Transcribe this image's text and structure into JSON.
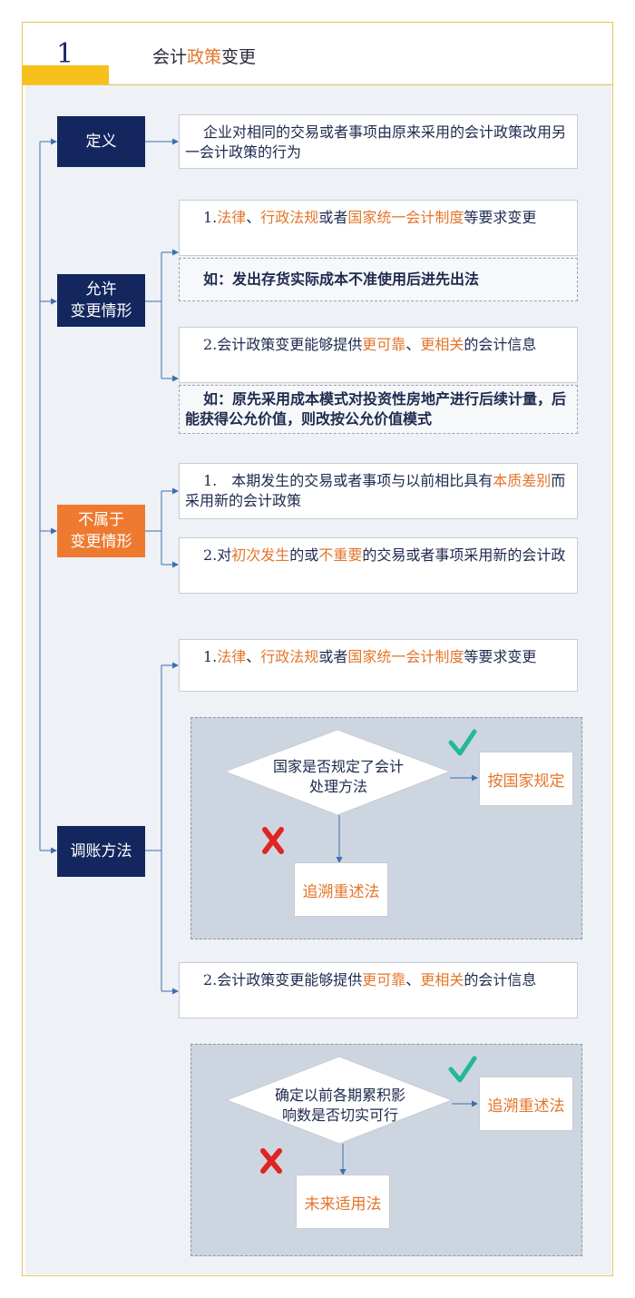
{
  "header": {
    "number": "1",
    "title_prefix": "会计",
    "title_highlight": "政策",
    "title_suffix": "变更"
  },
  "nodes": {
    "definition": "定义",
    "allowed_line1": "允许",
    "allowed_line2": "变更情形",
    "not_belong_line1": "不属于",
    "not_belong_line2": "变更情形",
    "method": "调账方法"
  },
  "definition_box": {
    "text": "企业对相同的交易或者事项由原来采用的会计政策改用另一会计政策的行为"
  },
  "allowed": {
    "item1": {
      "p1": "1.",
      "h1": "法律",
      "p2": "、",
      "h2": "行政法规",
      "p3": "或者",
      "h3": "国家统一会计制度",
      "p4": "等要求变更"
    },
    "example1": "如：发出存货实际成本不准使用后进先出法",
    "item2": {
      "p1": "2.会计政策变更能够提供",
      "h1": "更可靠",
      "p2": "、",
      "h2": "更相关",
      "p3": "的会计信息"
    },
    "example2": "如：原先采用成本模式对投资性房地产进行后续计量，后能获得公允价值，则改按公允价值模式"
  },
  "not_belong": {
    "item1": {
      "p1": "1.　本期发生的交易或者事项与以前相比具有",
      "h1": "本质差别",
      "p2": "而采用新的会计政策"
    },
    "item2": {
      "p1": "2.对",
      "h1": "初次发生",
      "p2": "的或",
      "h2": "不重要",
      "p3": "的交易或者事项采用新的会计政"
    }
  },
  "method": {
    "item1": {
      "p1": "1.",
      "h1": "法律",
      "p2": "、",
      "h2": "行政法规",
      "p3": "或者",
      "h3": "国家统一会计制度",
      "p4": "等要求变更"
    },
    "flow1": {
      "question_line1": "国家是否规定了会计",
      "question_line2": "处理方法",
      "yes_result": "按国家规定",
      "no_result": "追溯重述法"
    },
    "item2": {
      "p1": "2.会计政策变更能够提供",
      "h1": "更可靠",
      "p2": "、",
      "h2": "更相关",
      "p3": "的会计信息"
    },
    "flow2": {
      "question_line1": "确定以前各期累积影",
      "question_line2": "响数是否切实可行",
      "yes_result": "追溯重述法",
      "no_result": "未来适用法"
    }
  },
  "colors": {
    "navy": "#13275e",
    "orange": "#ee7a30",
    "highlight": "#e3762b",
    "check": "#23b89a",
    "cross": "#e02424",
    "accent_bar": "#f6c11c"
  }
}
